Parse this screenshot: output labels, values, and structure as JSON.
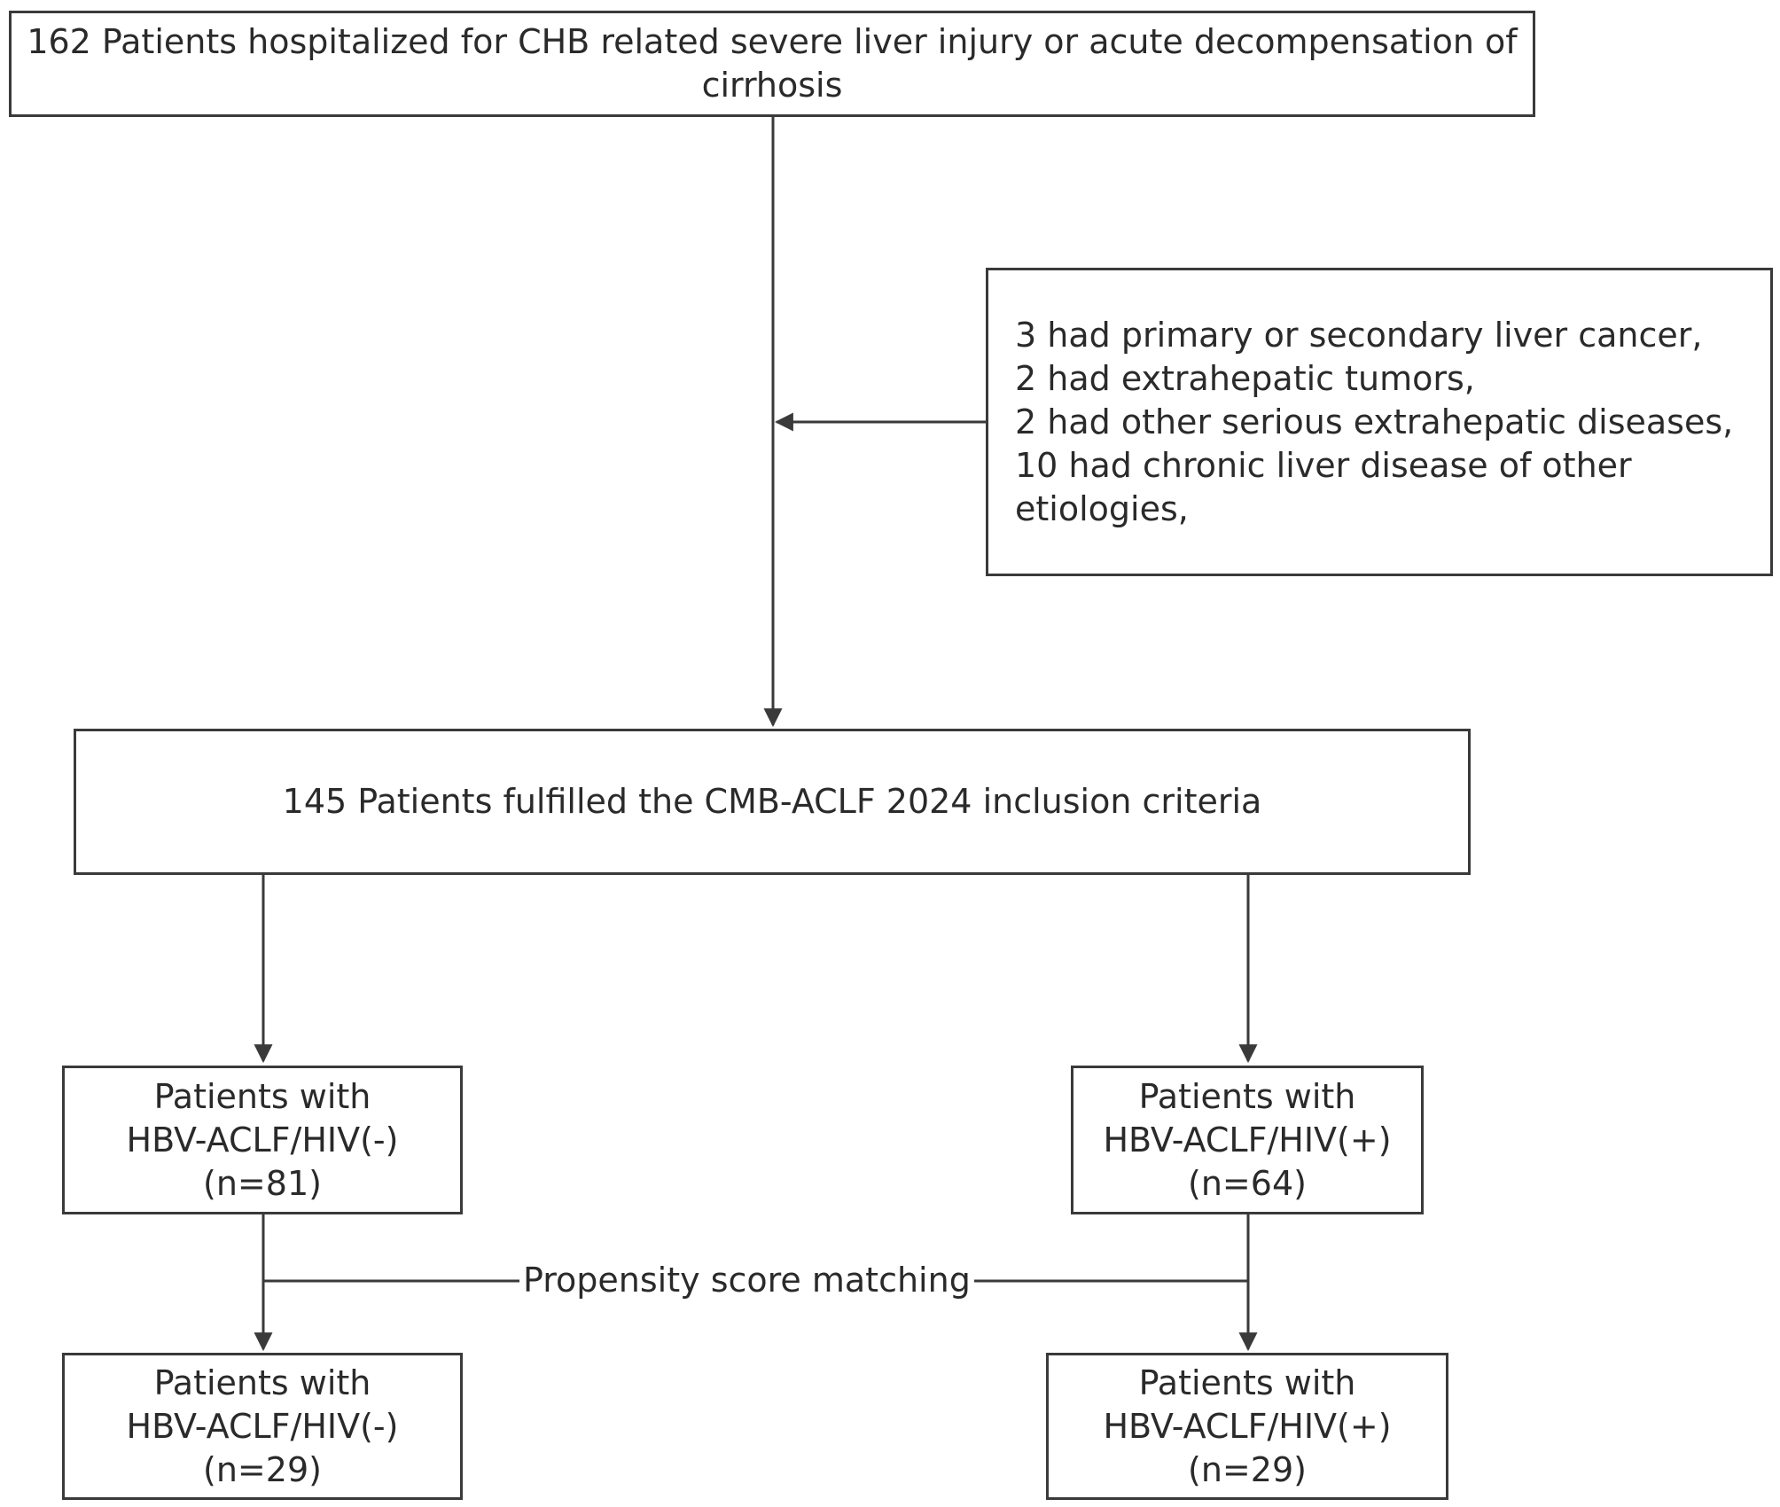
{
  "boxes": {
    "screened": {
      "lines": [
        "162 Patients hospitalized for CHB related severe liver injury or acute decompensation of",
        "cirrhosis"
      ]
    },
    "excluded": {
      "lines": [
        "3 had primary or secondary liver cancer,",
        "2 had extrahepatic tumors,",
        "2 had other serious extrahepatic diseases,",
        "10 had chronic liver disease of other",
        "etiologies,"
      ]
    },
    "included": {
      "lines": [
        "145 Patients fulfilled the CMB-ACLF 2024 inclusion criteria"
      ]
    },
    "hiv_neg": {
      "lines": [
        "Patients with",
        "HBV-ACLF/HIV(-)",
        "(n=81)"
      ]
    },
    "hiv_pos": {
      "lines": [
        "Patients with",
        "HBV-ACLF/HIV(+)",
        "(n=64)"
      ]
    },
    "hiv_neg_matched": {
      "lines": [
        "Patients with",
        "HBV-ACLF/HIV(-)",
        "(n=29)"
      ]
    },
    "hiv_pos_matched": {
      "lines": [
        "Patients with",
        "HBV-ACLF/HIV(+)",
        "(n=29)"
      ]
    }
  },
  "matching_label": "Propensity score matching"
}
